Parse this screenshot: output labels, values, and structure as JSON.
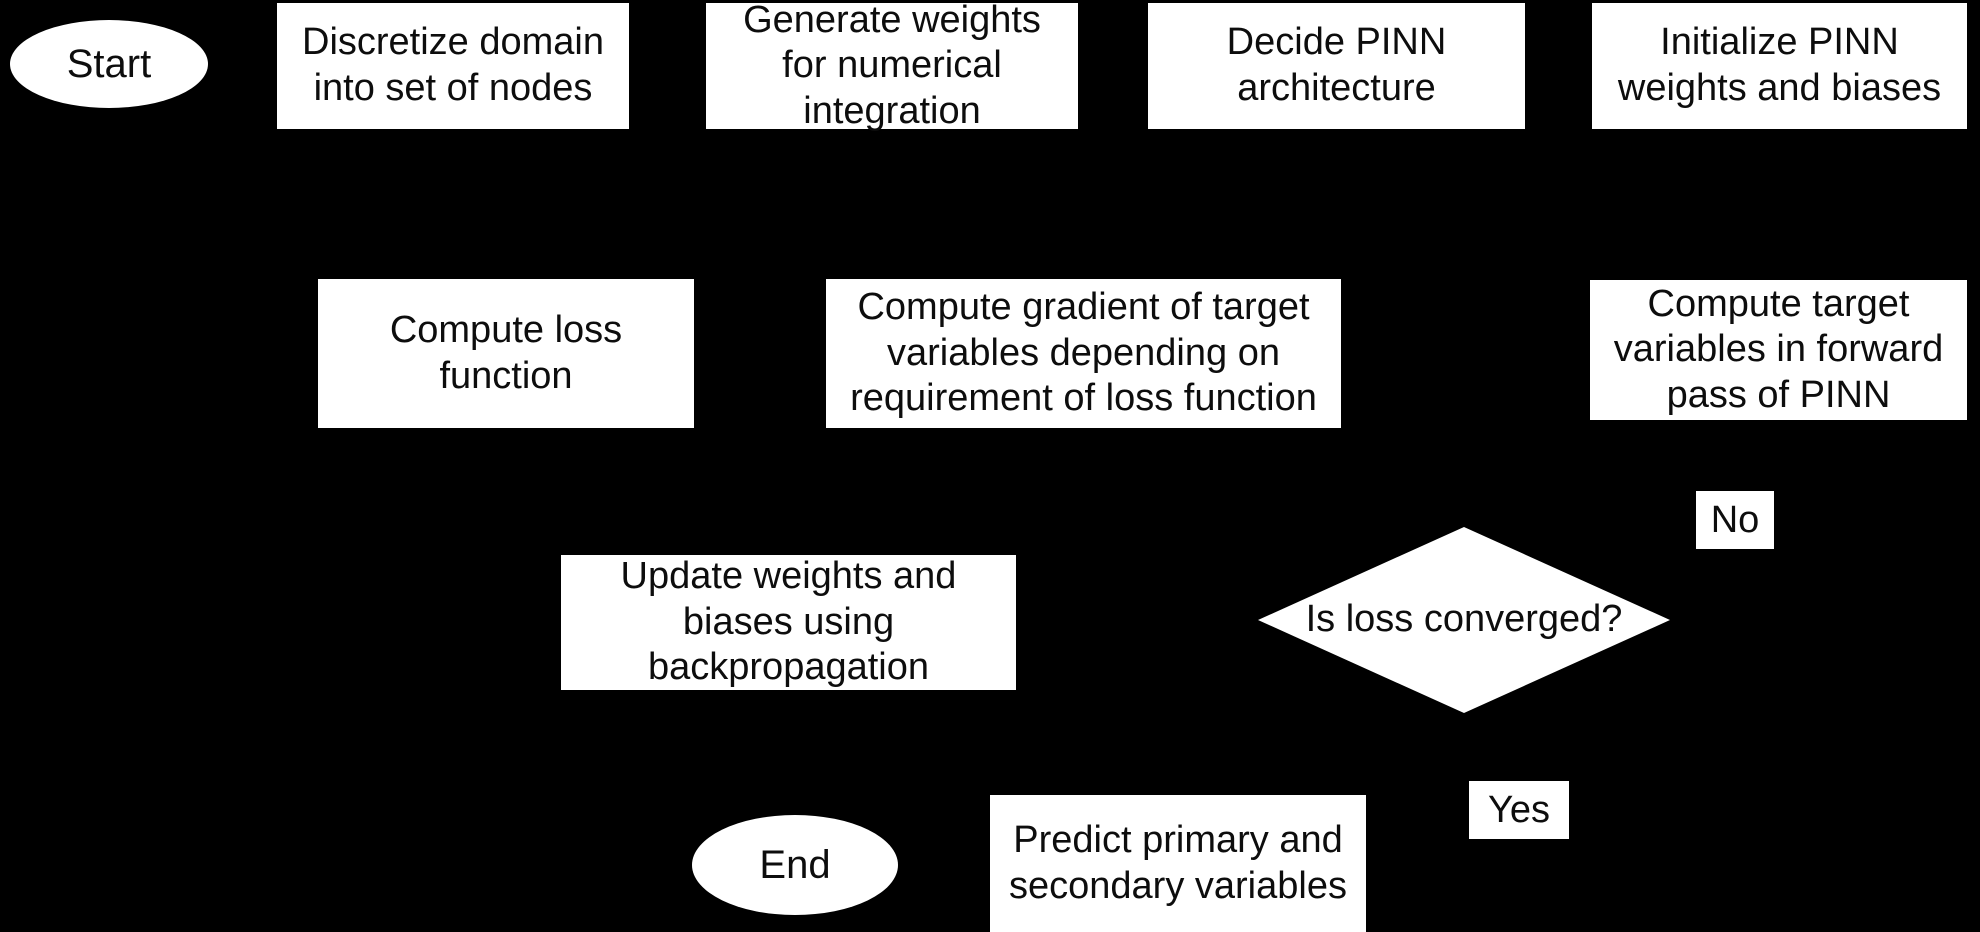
{
  "diagram": {
    "title": "PINN training flowchart",
    "background_color": "#000000",
    "shape_fill_color": "#ffffff",
    "text_color": "#0d0d0d"
  },
  "nodes": {
    "start": {
      "label": "Start",
      "shape": "ellipse"
    },
    "discretize": {
      "label": "Discretize domain into set of  nodes",
      "shape": "process"
    },
    "gen_weights": {
      "label": "Generate weights for numerical integration",
      "shape": "process"
    },
    "architecture": {
      "label": "Decide PINN architecture",
      "shape": "process"
    },
    "initialize": {
      "label": "Initialize PINN weights and biases",
      "shape": "process"
    },
    "loss": {
      "label": "Compute loss function",
      "shape": "process"
    },
    "gradient": {
      "label": "Compute gradient of target variables depending on requirement of loss function",
      "shape": "process"
    },
    "forward": {
      "label": "Compute target variables in forward pass of PINN",
      "shape": "process"
    },
    "update": {
      "label": "Update weights and biases using backpropagation",
      "shape": "process"
    },
    "decision": {
      "label": "Is loss converged?",
      "shape": "decision"
    },
    "predict": {
      "label": "Predict primary and secondary variables",
      "shape": "process"
    },
    "end": {
      "label": "End",
      "shape": "ellipse"
    }
  },
  "edge_labels": {
    "no": "No",
    "yes": "Yes"
  }
}
